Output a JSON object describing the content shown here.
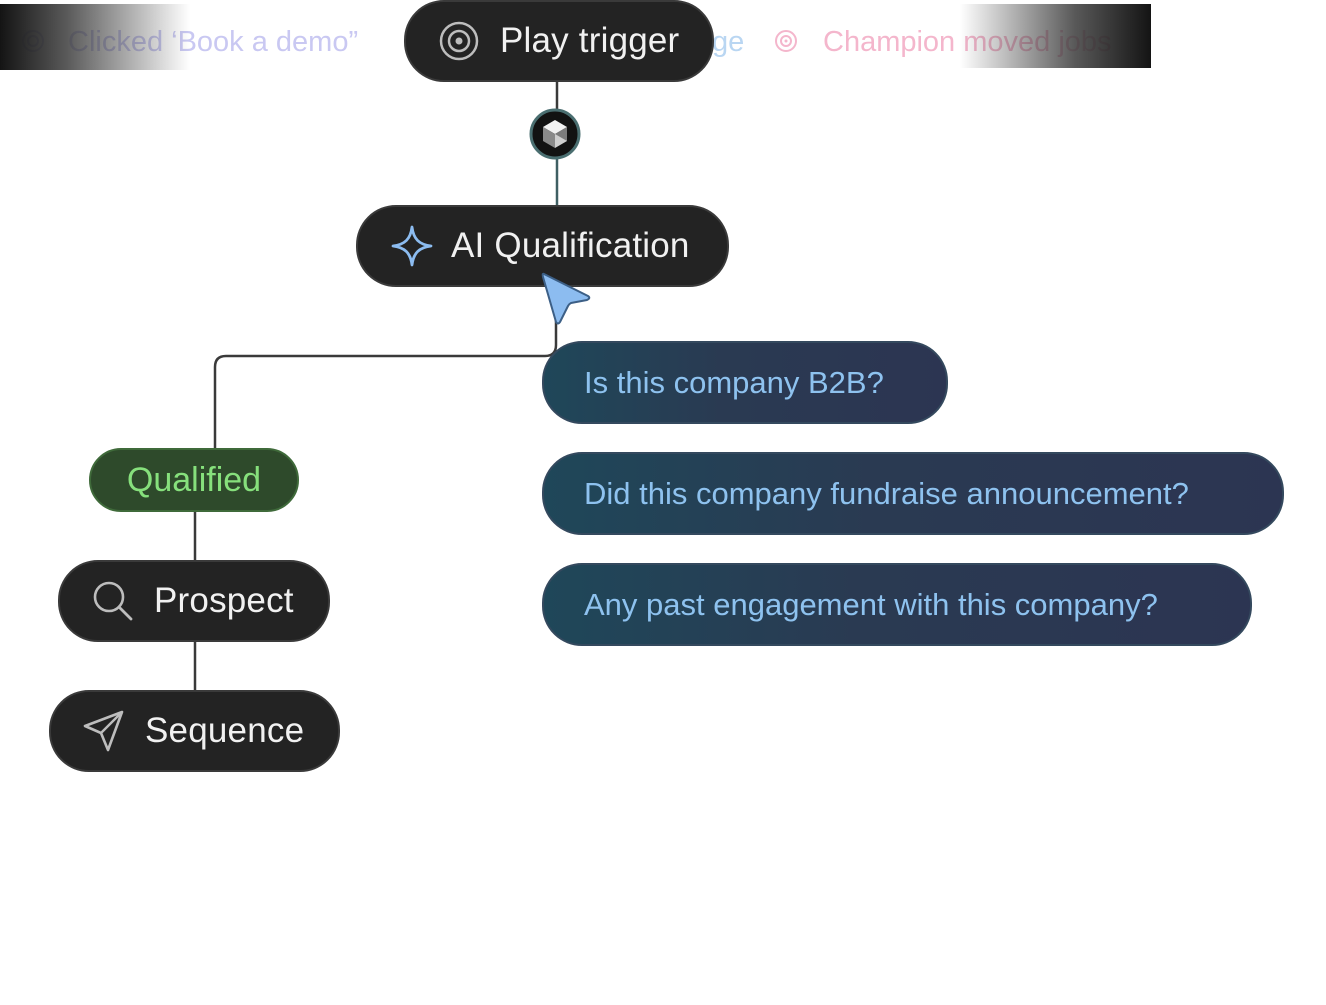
{
  "ticker": {
    "items": [
      {
        "text": "Clicked ‘Book a demo”",
        "color": "#c9c8f2"
      },
      {
        "text": "ge",
        "color": "#b9d6f2"
      },
      {
        "text": "Champion moved jobs",
        "color": "#f4b6cc"
      }
    ]
  },
  "nodes": {
    "play_trigger": {
      "label": "Play trigger",
      "icon": "target-icon"
    },
    "ai_qualification": {
      "label": "AI Qualification",
      "icon": "sparkle-icon"
    },
    "qualified": {
      "label": "Qualified"
    },
    "prospect": {
      "label": "Prospect",
      "icon": "search-icon"
    },
    "sequence": {
      "label": "Sequence",
      "icon": "send-icon"
    }
  },
  "questions": [
    {
      "text": "Is this company B2B?"
    },
    {
      "text": "Did this company fundraise announcement?"
    },
    {
      "text": "Any past engagement with this company?"
    }
  ],
  "colors": {
    "node_bg": "#232323",
    "qualified_text": "#86e07c",
    "question_text": "#8ec2ef",
    "cursor": "#8cbcf0"
  }
}
